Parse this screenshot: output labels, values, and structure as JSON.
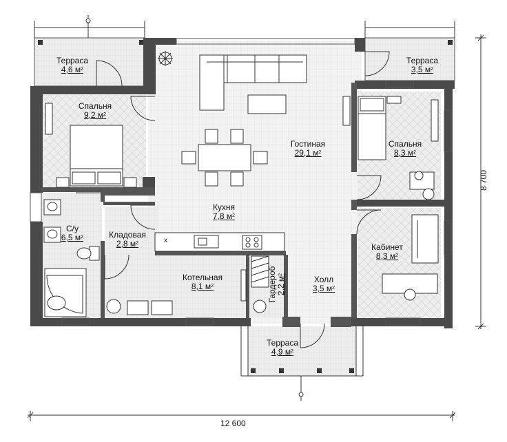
{
  "rooms": [
    {
      "id": "terrace-nw",
      "name": "Терраса",
      "area": "4,6 м",
      "sup": "2"
    },
    {
      "id": "terrace-ne",
      "name": "Терраса",
      "area": "3,5 м",
      "sup": "2"
    },
    {
      "id": "bedroom-w",
      "name": "Спальня",
      "area": "9,2 м",
      "sup": "2"
    },
    {
      "id": "living",
      "name": "Гостиная",
      "area": "29,1 м",
      "sup": "2"
    },
    {
      "id": "bedroom-e",
      "name": "Спальня",
      "area": "8,3 м",
      "sup": "2"
    },
    {
      "id": "kitchen",
      "name": "Кухня",
      "area": "7,8 м",
      "sup": "2"
    },
    {
      "id": "bath",
      "name": "С/у",
      "area": "6,5 м",
      "sup": "2"
    },
    {
      "id": "pantry",
      "name": "Кладовая",
      "area": "2,8 м",
      "sup": "2"
    },
    {
      "id": "study",
      "name": "Кабинет",
      "area": "8,3 м",
      "sup": "2"
    },
    {
      "id": "boiler",
      "name": "Котельная",
      "area": "8,1 м",
      "sup": "2"
    },
    {
      "id": "wardrobe",
      "name": "Гардероб",
      "area": "2,2 м",
      "sup": "2"
    },
    {
      "id": "hall",
      "name": "Холл",
      "area": "3,5 м",
      "sup": "2"
    },
    {
      "id": "terrace-s",
      "name": "Терраса",
      "area": "4,9 м",
      "sup": "2"
    }
  ],
  "dimensions": {
    "width": "12 600",
    "height": "8 700"
  },
  "appliance_mark": "x",
  "colors": {
    "wall": "#4a4a4a",
    "tile": "#e6e6e6",
    "line": "#222222"
  }
}
